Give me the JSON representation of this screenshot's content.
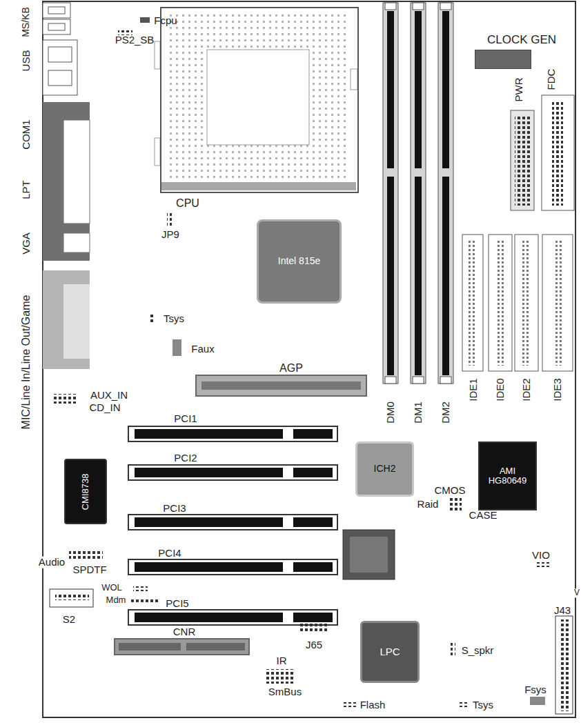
{
  "diagram": {
    "nodes": [
      {
        "text": [
          "CPU"
        ]
      },
      {
        "text": [
          "CLOCK GEN"
        ]
      },
      {
        "text": [
          "Intel 815e"
        ]
      },
      {
        "text": [
          "AGP"
        ]
      },
      {
        "text": [
          "PCI1"
        ]
      },
      {
        "text": [
          "ICH2"
        ]
      },
      {
        "text": [
          "AMI HG80649"
        ]
      },
      {
        "text": [
          "CMI8738"
        ]
      },
      {
        "text": [
          "PCI2"
        ]
      },
      {
        "text": [
          "PCI3"
        ]
      },
      {
        "text": [
          "PCI4"
        ]
      },
      {
        "text": [
          "PCI5"
        ]
      },
      {
        "text": [
          "CNR"
        ]
      },
      {
        "text": [
          "LPC"
        ]
      }
    ],
    "labels": [
      "MS/KB",
      "Fcpu",
      "PS2_SB",
      "USB",
      "COM1",
      "LPT",
      "VGA",
      "MIC/Line In/Line Out/Game",
      "JP9",
      "Tsys",
      "Faux",
      "AUX_IN",
      "CD_IN",
      "Audio",
      "SPDTF",
      "WOL",
      "Mdm",
      "S2",
      "J65",
      "IR",
      "SmBus",
      "Flash",
      "CMOS",
      "Raid",
      "CASE",
      "VIO",
      "S_spkr",
      "Tsys",
      "Fsys",
      "J43",
      "V",
      "PWR",
      "FDC",
      "DM0",
      "DM1",
      "DM2",
      "IDE1",
      "IDE0",
      "IDE2",
      "IDE3"
    ]
  }
}
